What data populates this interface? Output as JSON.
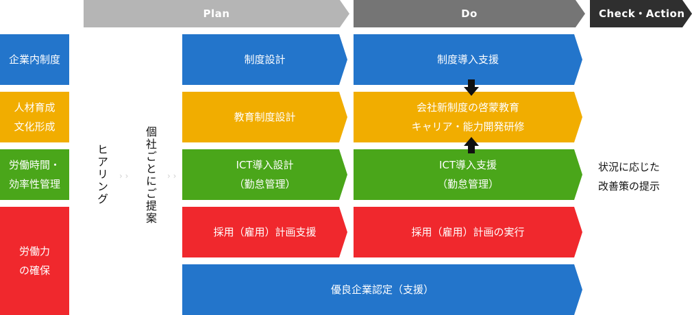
{
  "phases": {
    "plan": "Plan",
    "do": "Do",
    "check_action": "Check・Action"
  },
  "categories": {
    "company": "企業内制度",
    "hr_culture": "人材育成\n文化形成",
    "labor_time": "労働時間・\n効率性管理",
    "labor_power": "労働力\nの確保"
  },
  "vertical": {
    "hearing": "ヒアリング",
    "proposal": "個社ごとにご提案"
  },
  "plan_items": {
    "system_design": "制度設計",
    "education_design": "教育制度設計",
    "ict_design": "ICT導入設計\n（勤怠管理）",
    "recruit_plan": "採用（雇用）計画支援"
  },
  "do_items": {
    "system_support": "制度導入支援",
    "education_program": "会社新制度の啓蒙教育\nキャリア・能力開発研修",
    "ict_support": "ICT導入支援\n（勤怠管理）",
    "recruit_exec": "採用（雇用）計画の実行"
  },
  "full_item": "優良企業認定（支援）",
  "result": "状況に応じた\n改善策の提示",
  "colors": {
    "blue": "#2375cb",
    "yellow": "#f1ad00",
    "green": "#4aa61a",
    "red": "#f0282d",
    "plan_gray": "#b5b5b5",
    "do_gray": "#757575",
    "check_dark": "#2f2f2f",
    "text_dark": "#111111"
  },
  "icons": {
    "arrow_down": "black-arrow-down-icon",
    "arrow_up": "black-arrow-up-icon"
  }
}
